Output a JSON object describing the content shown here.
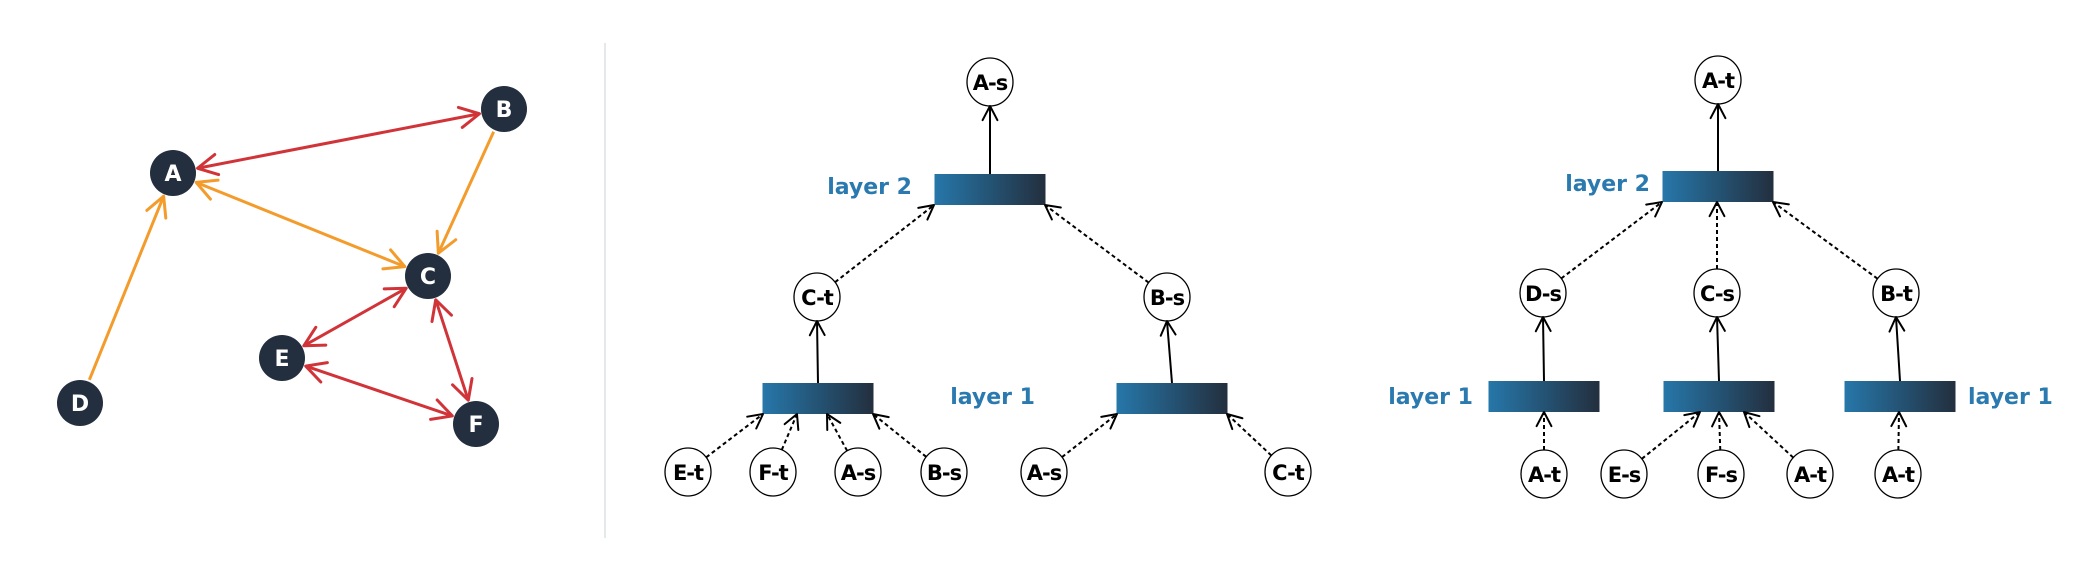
{
  "colors": {
    "graph_node_fill": "#232f3e",
    "graph_node_text": "#ffffff",
    "edge_bidirectional": "#d13438",
    "edge_directed": "#f39c2c",
    "layer_gradient_start": "#2677aa",
    "layer_gradient_end": "#232f3e",
    "layer_label": "#2a7ab0",
    "divider": "#e6e9ea",
    "tree_node_stroke": "#000000",
    "tree_edge": "#000000"
  },
  "graph": {
    "nodes": [
      {
        "id": "A",
        "label": "A"
      },
      {
        "id": "B",
        "label": "B"
      },
      {
        "id": "C",
        "label": "C"
      },
      {
        "id": "D",
        "label": "D"
      },
      {
        "id": "E",
        "label": "E"
      },
      {
        "id": "F",
        "label": "F"
      }
    ],
    "edges": [
      {
        "from": "A",
        "to": "B",
        "kind": "bidirectional"
      },
      {
        "from": "B",
        "to": "C",
        "kind": "directed"
      },
      {
        "from": "A",
        "to": "C",
        "kind": "directed-both"
      },
      {
        "from": "D",
        "to": "A",
        "kind": "directed"
      },
      {
        "from": "C",
        "to": "E",
        "kind": "bidirectional"
      },
      {
        "from": "C",
        "to": "F",
        "kind": "bidirectional"
      },
      {
        "from": "E",
        "to": "F",
        "kind": "bidirectional"
      }
    ]
  },
  "trees": [
    {
      "name": "tree-A-s",
      "root": "A-s",
      "layer2_label": "layer 2",
      "layer1_labels": [
        "layer 1"
      ],
      "layer1_groups": [
        {
          "output": "C-t",
          "inputs": [
            "E-t",
            "F-t",
            "A-s",
            "B-s"
          ]
        },
        {
          "output": "B-s",
          "inputs": [
            "A-s",
            "C-t"
          ]
        }
      ]
    },
    {
      "name": "tree-A-t",
      "root": "A-t",
      "layer2_label": "layer 2",
      "layer1_labels": [
        "layer 1",
        "layer 1"
      ],
      "layer1_groups": [
        {
          "output": "D-s",
          "inputs": [
            "A-t"
          ]
        },
        {
          "output": "C-s",
          "inputs": [
            "E-s",
            "F-s",
            "A-t"
          ]
        },
        {
          "output": "B-t",
          "inputs": [
            "A-t"
          ]
        }
      ]
    }
  ]
}
